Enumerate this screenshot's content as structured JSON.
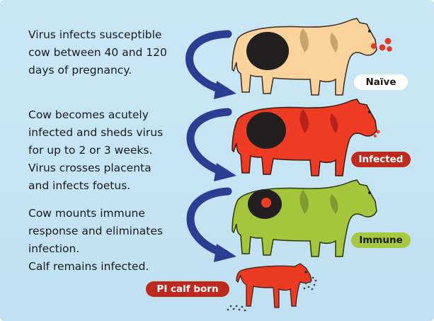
{
  "steps": [
    {
      "lines": [
        "Virus infects susceptible",
        "cow between 40 and 120",
        "days of pregnancy."
      ]
    },
    {
      "lines": [
        "Cow becomes acutely",
        "infected and sheds virus",
        "for up to 2 or 3 weeks.",
        "Virus crosses placenta",
        "and infects foetus."
      ]
    },
    {
      "lines": [
        "Cow mounts immune",
        "response and eliminates",
        "infection.",
        "Calf remains infected."
      ]
    }
  ],
  "labels": {
    "naive": "Naïve",
    "infected": "Infected",
    "immune": "Immune",
    "pi_calf": "PI calf born"
  },
  "colors": {
    "naive_cow": "#fcd39c",
    "infected_cow": "#ee3b23",
    "immune_cow": "#a4c63c",
    "calf": "#ea3a22",
    "arrow": "#2a3f92",
    "label_naive_bg": "#ffffff",
    "label_infected_bg": "#bf2a1e",
    "label_immune_bg": "#a7c93f",
    "label_pi_bg": "#bf2a1e"
  }
}
